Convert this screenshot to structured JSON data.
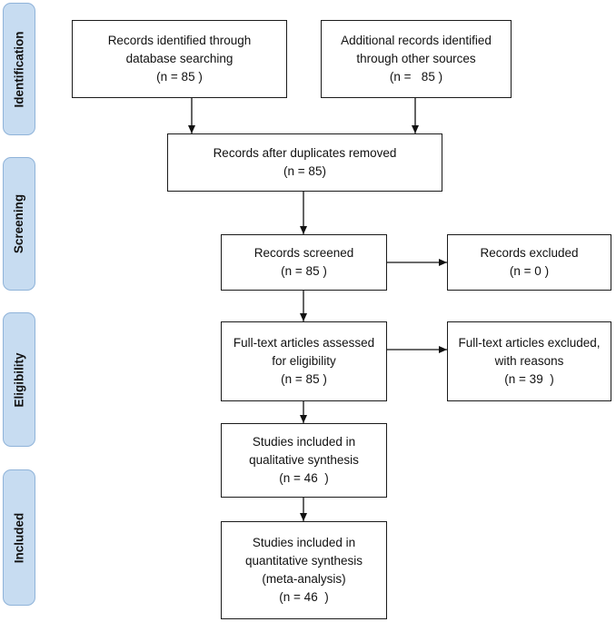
{
  "phases": {
    "identification": "Identification",
    "screening": "Screening",
    "eligibility": "Eligibility",
    "included": "Included"
  },
  "boxes": {
    "database_search": {
      "line1": "Records identified through",
      "line2": "database searching",
      "line3": "(n = 85 )"
    },
    "other_sources": {
      "line1": "Additional records identified",
      "line2": "through other sources",
      "line3": "(n =   85 )"
    },
    "duplicates_removed": {
      "line1": "Records after duplicates removed",
      "line2": "(n = 85)"
    },
    "screened": {
      "line1": "Records screened",
      "line2": "(n = 85 )"
    },
    "excluded": {
      "line1": "Records excluded",
      "line2": "(n = 0 )"
    },
    "fulltext_assessed": {
      "line1": "Full-text articles assessed",
      "line2": "for eligibility",
      "line3": "(n = 85 )"
    },
    "fulltext_excluded": {
      "line1": "Full-text articles excluded,",
      "line2": "with reasons",
      "line3": "(n = 39  )"
    },
    "qualitative": {
      "line1": "Studies included in",
      "line2": "qualitative synthesis",
      "line3": "(n = 46  )"
    },
    "quantitative": {
      "line1": "Studies included in",
      "line2": "quantitative synthesis",
      "line3": "(meta-analysis)",
      "line4": "(n = 46  )"
    }
  }
}
